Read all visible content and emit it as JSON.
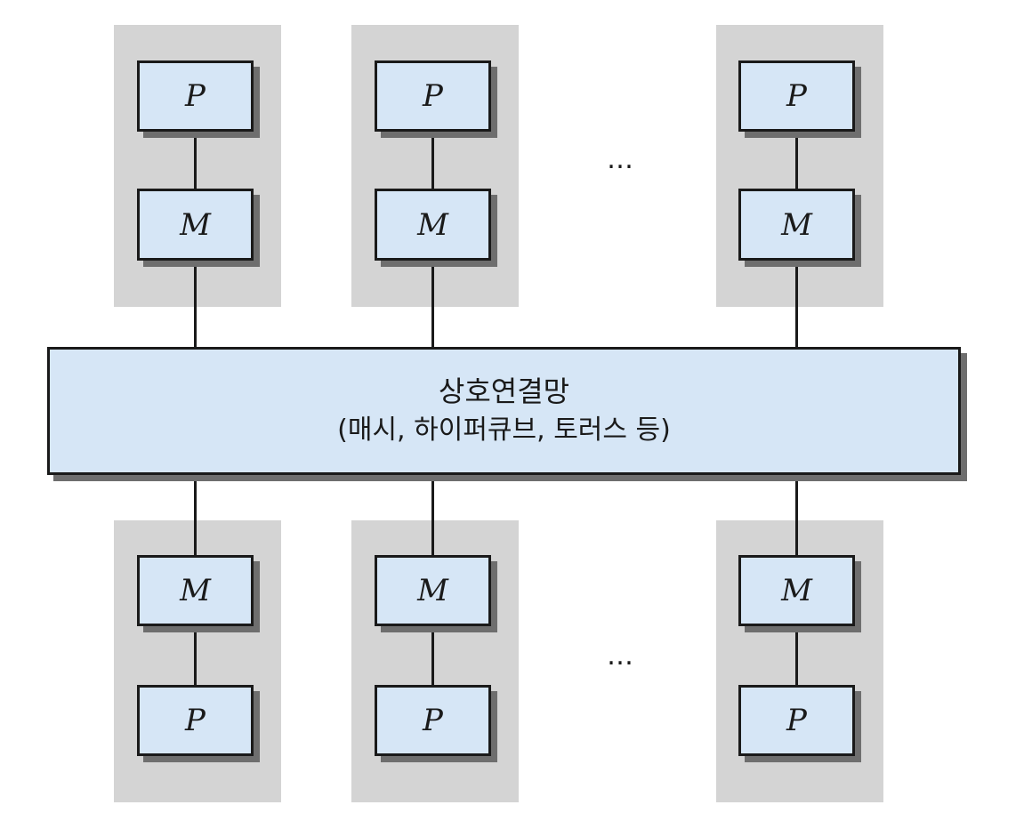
{
  "diagram": {
    "interconnect": {
      "title": "상호연결망",
      "subtitle": "(매시, 하이퍼큐브, 토러스 등)"
    },
    "top_nodes": [
      {
        "processor": "P",
        "memory": "M"
      },
      {
        "processor": "P",
        "memory": "M"
      },
      {
        "processor": "P",
        "memory": "M"
      }
    ],
    "bottom_nodes": [
      {
        "memory": "M",
        "processor": "P"
      },
      {
        "memory": "M",
        "processor": "P"
      },
      {
        "memory": "M",
        "processor": "P"
      }
    ],
    "ellipsis_top": "…",
    "ellipsis_bottom": "…",
    "colors": {
      "box_fill": "#d6e6f6",
      "group_background": "#d4d4d4",
      "stroke": "#1a1a1a",
      "shadow": "#6e6e6e"
    }
  }
}
